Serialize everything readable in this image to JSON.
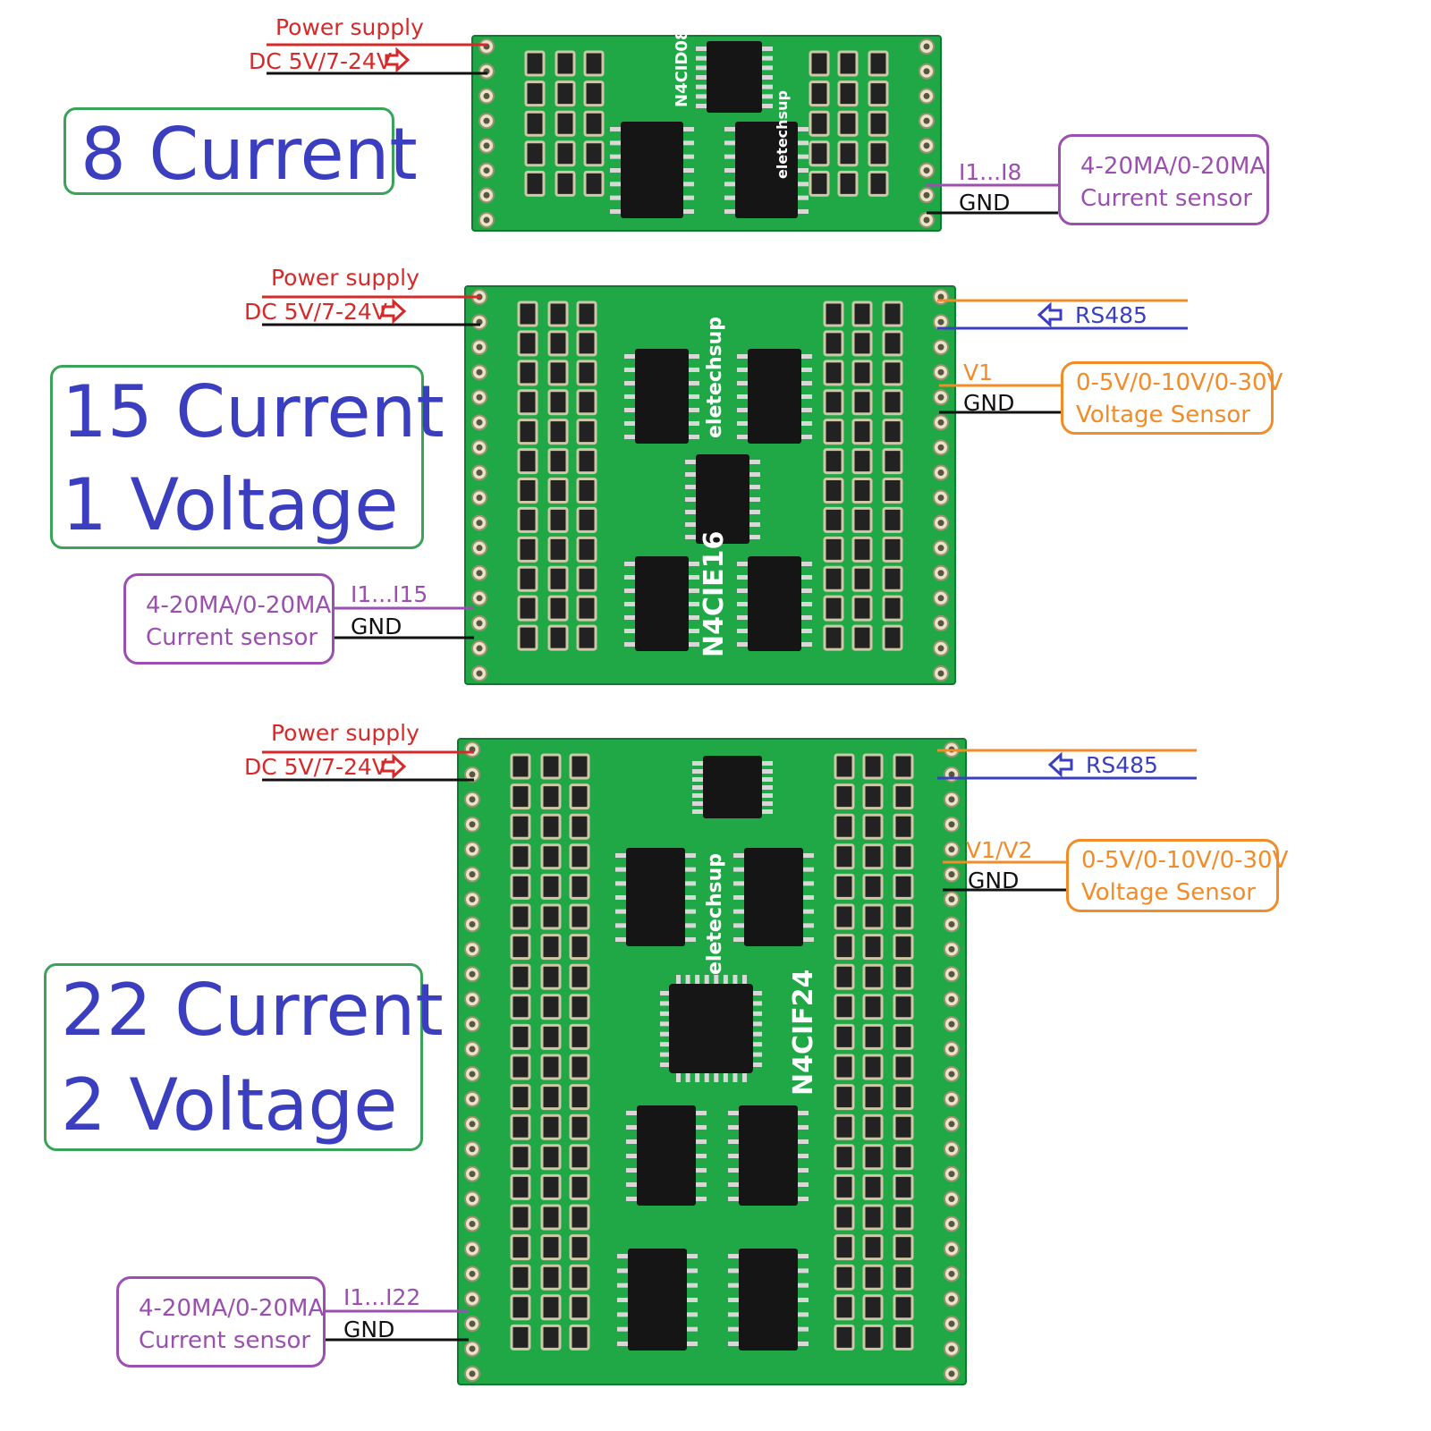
{
  "colors": {
    "power": "#d62a2a",
    "gnd": "#111111",
    "rs485_a": "#f28c28",
    "rs485_b": "#3b3fbf",
    "title": "#3b3fbf",
    "title_border": "#3aa35a",
    "current_sensor": "#9b4fb0",
    "voltage_sensor": "#f28c28",
    "pcb": "#1fa845",
    "pcb_dark": "#0e7a2e"
  },
  "modules": [
    {
      "title_lines": [
        "8 Current"
      ],
      "power_label": "Power supply",
      "dc_label": "DC 5V/7-24V",
      "board_text": "N4CID08",
      "brand": "eletechsup",
      "current_input_label": "I1...I8",
      "current_gnd_label": "GND",
      "current_sensor_lines": [
        "4-20MA/0-20MA",
        "Current sensor"
      ]
    },
    {
      "title_lines": [
        "15 Current",
        "1 Voltage"
      ],
      "power_label": "Power supply",
      "dc_label": "DC 5V/7-24V",
      "board_text": "N4CIE16",
      "brand": "eletechsup",
      "rs485_label": "RS485",
      "voltage_input_label": "V1",
      "voltage_gnd_label": "GND",
      "voltage_sensor_lines": [
        "0-5V/0-10V/0-30V",
        "Voltage Sensor"
      ],
      "current_input_label": "I1...I15",
      "current_gnd_label": "GND",
      "current_sensor_lines": [
        "4-20MA/0-20MA",
        "Current sensor"
      ]
    },
    {
      "title_lines": [
        "22 Current",
        "2 Voltage"
      ],
      "power_label": "Power supply",
      "dc_label": "DC 5V/7-24V",
      "board_text": "N4CIF24",
      "brand": "eletechsup",
      "rs485_label": "RS485",
      "voltage_input_label": "V1/V2",
      "voltage_gnd_label": "GND",
      "voltage_sensor_lines": [
        "0-5V/0-10V/0-30V",
        "Voltage Sensor"
      ],
      "current_input_label": "I1...I22",
      "current_gnd_label": "GND",
      "current_sensor_lines": [
        "4-20MA/0-20MA",
        "Current sensor"
      ]
    }
  ]
}
